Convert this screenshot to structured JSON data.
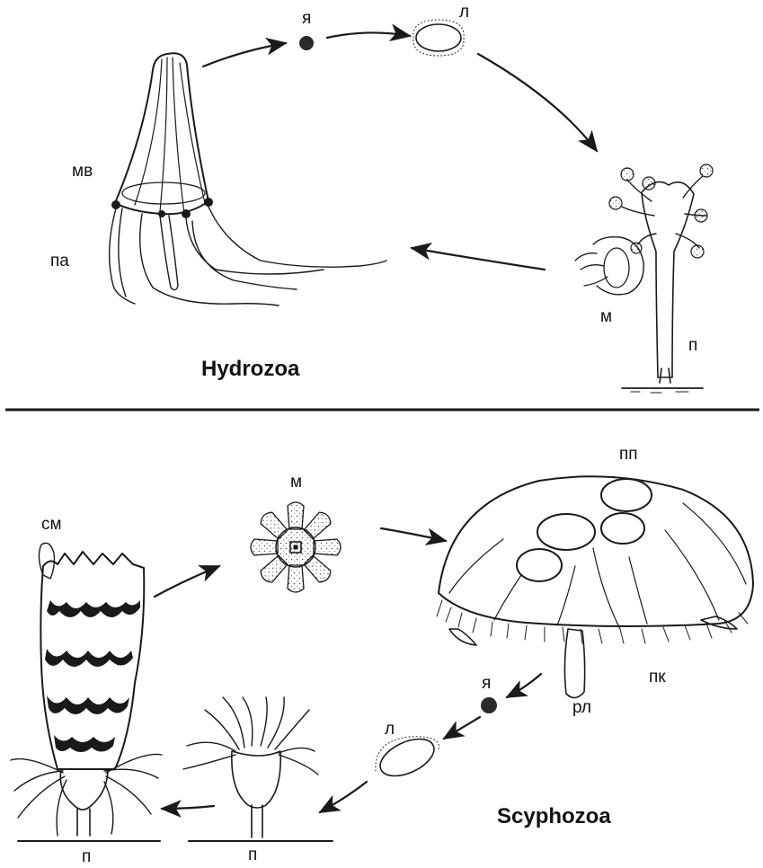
{
  "colors": {
    "ink": "#1a1a1a",
    "background": "#ffffff",
    "stipple": "#555555"
  },
  "hydrozoa": {
    "title": "Hydrozoa",
    "labels": {
      "egg": "я",
      "larva": "л",
      "medusa_bud": "м",
      "polyp": "п",
      "mv": "мв",
      "pa": "па"
    }
  },
  "scyphozoa": {
    "title": "Scyphozoa",
    "labels": {
      "ephyra": "м",
      "pp": "пп",
      "sm": "см",
      "pk": "пк",
      "egg": "я",
      "rl": "рл",
      "larva": "л",
      "polyp_right": "п",
      "polyp_left": "п"
    }
  }
}
